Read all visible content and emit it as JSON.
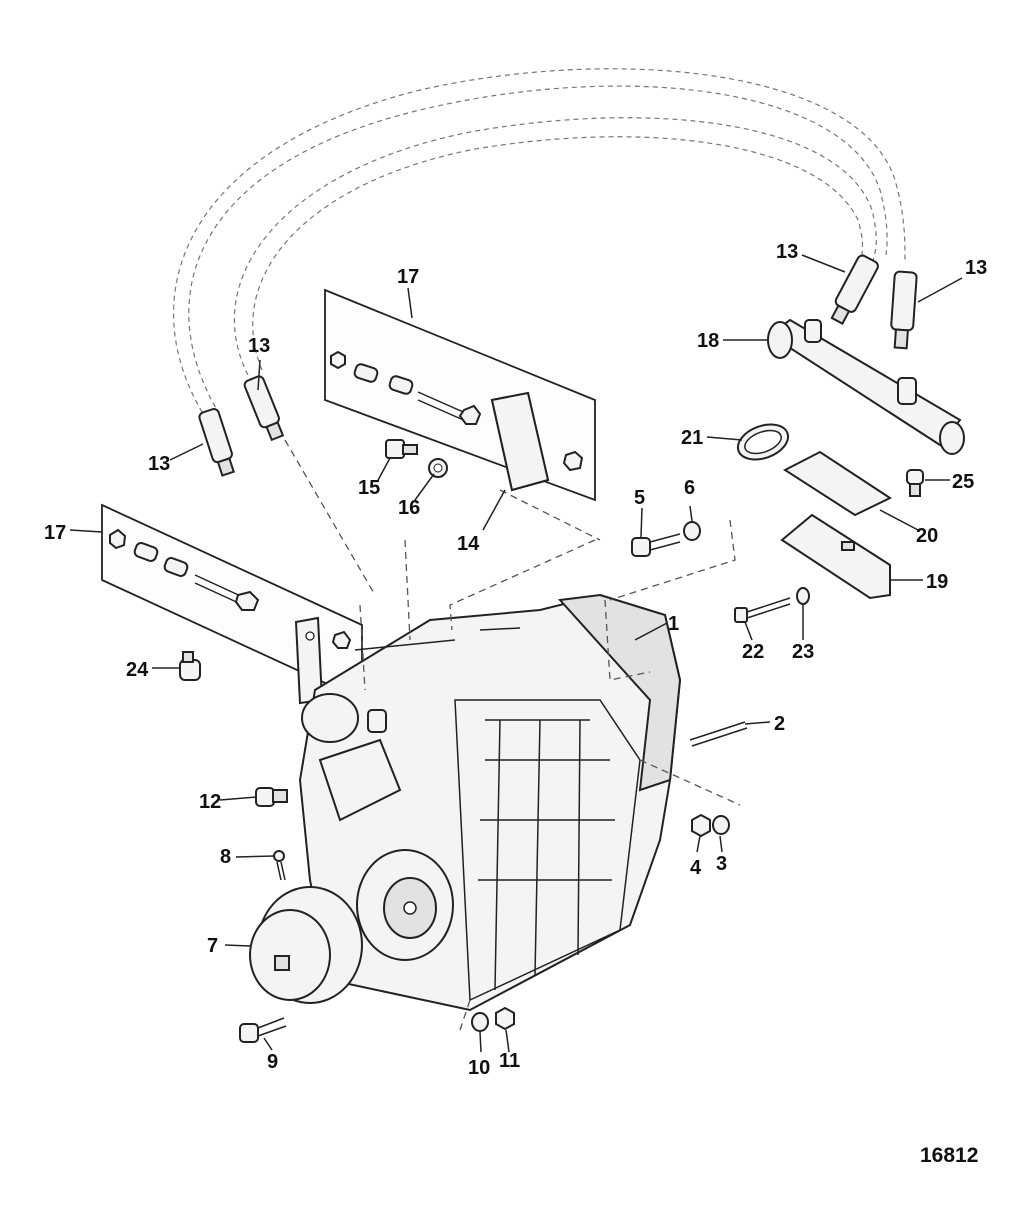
{
  "figure_number": "16812",
  "callouts": [
    {
      "id": "c1",
      "text": "1"
    },
    {
      "id": "c2",
      "text": "2"
    },
    {
      "id": "c3",
      "text": "3"
    },
    {
      "id": "c4",
      "text": "4"
    },
    {
      "id": "c5",
      "text": "5"
    },
    {
      "id": "c6",
      "text": "6"
    },
    {
      "id": "c7",
      "text": "7"
    },
    {
      "id": "c8",
      "text": "8"
    },
    {
      "id": "c9",
      "text": "9"
    },
    {
      "id": "c10",
      "text": "10"
    },
    {
      "id": "c11",
      "text": "11"
    },
    {
      "id": "c12",
      "text": "12"
    },
    {
      "id": "c13a",
      "text": "13"
    },
    {
      "id": "c13b",
      "text": "13"
    },
    {
      "id": "c13c",
      "text": "13"
    },
    {
      "id": "c13d",
      "text": "13"
    },
    {
      "id": "c14",
      "text": "14"
    },
    {
      "id": "c15",
      "text": "15"
    },
    {
      "id": "c16",
      "text": "16"
    },
    {
      "id": "c17a",
      "text": "17"
    },
    {
      "id": "c17b",
      "text": "17"
    },
    {
      "id": "c18",
      "text": "18"
    },
    {
      "id": "c19",
      "text": "19"
    },
    {
      "id": "c20",
      "text": "20"
    },
    {
      "id": "c21",
      "text": "21"
    },
    {
      "id": "c22",
      "text": "22"
    },
    {
      "id": "c23",
      "text": "23"
    },
    {
      "id": "c24",
      "text": "24"
    },
    {
      "id": "c25",
      "text": "25"
    }
  ]
}
